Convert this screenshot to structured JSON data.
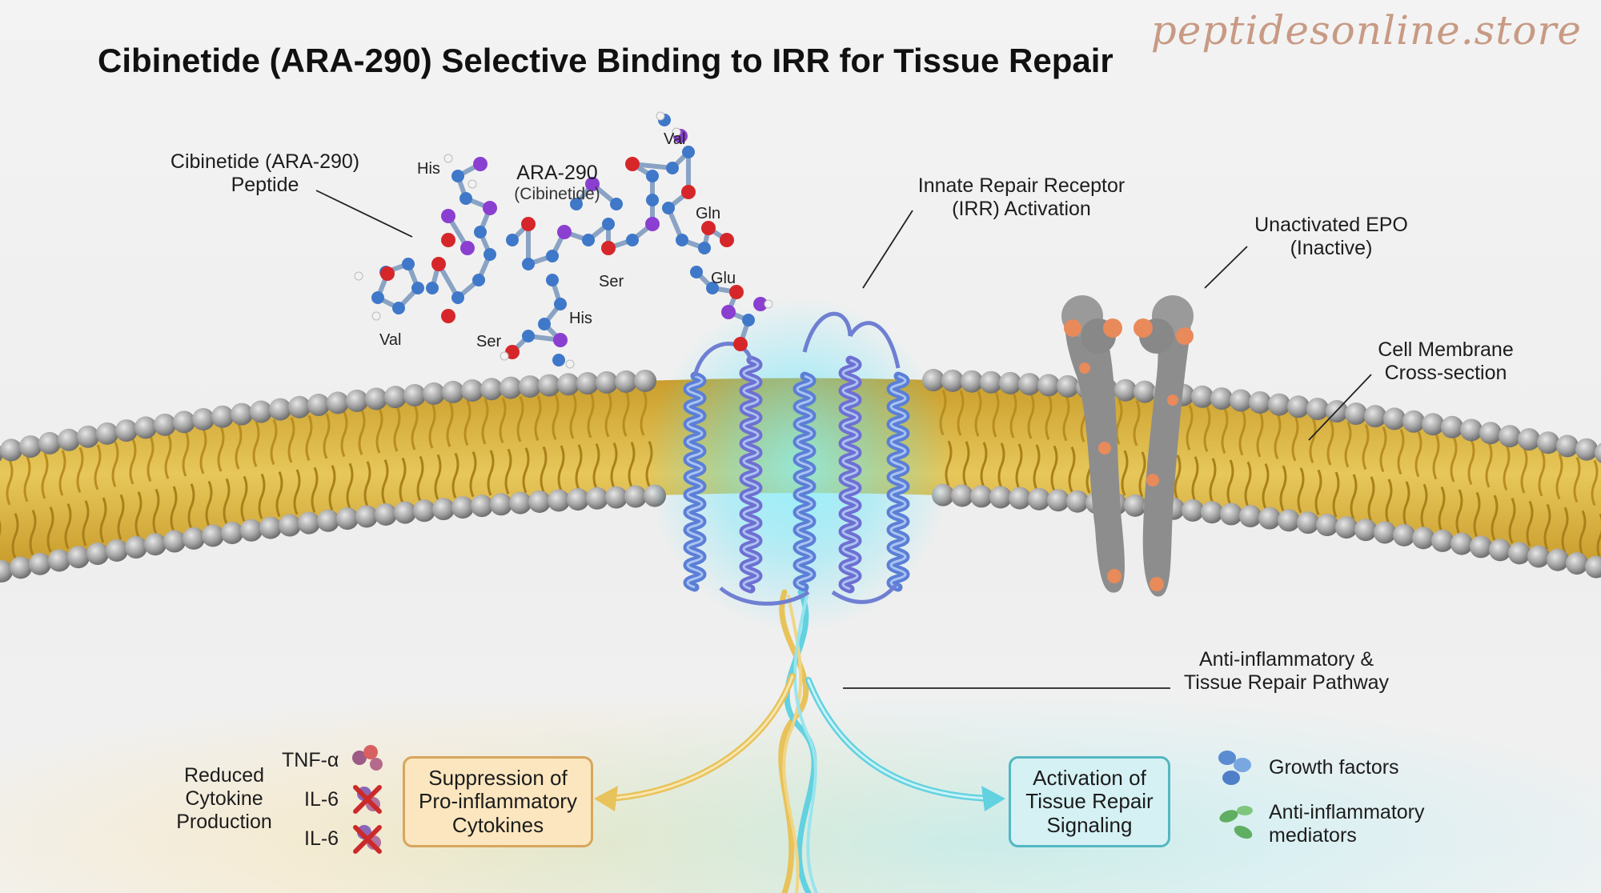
{
  "title": "Cibinetide (ARA-290) Selective Binding to IRR for Tissue Repair",
  "watermark": "peptidesonline.store",
  "labels": {
    "peptide_line1": "Cibinetide (ARA-290)",
    "peptide_line2": "Peptide",
    "molecule_name": "ARA-290",
    "molecule_sub": "(Cibinetide)",
    "irr_line1": "Innate Repair Receptor",
    "irr_line2": "(IRR) Activation",
    "epo_line1": "Unactivated EPO",
    "epo_line2": "(Inactive)",
    "membrane_line1": "Cell Membrane",
    "membrane_line2": "Cross-section",
    "pathway_line1": "Anti-inflammatory &",
    "pathway_line2": "Tissue Repair Pathway"
  },
  "amino_acids": [
    "His",
    "Val",
    "Gln",
    "Glu",
    "Ser",
    "His",
    "Val",
    "Ser"
  ],
  "left_panel": {
    "reduced_line1": "Reduced",
    "reduced_line2": "Cytokine",
    "reduced_line3": "Production",
    "cytokines": [
      "TNF-α",
      "IL-6",
      "IL-6"
    ],
    "box_line1": "Suppression of",
    "box_line2": "Pro-inflammatory",
    "box_line3": "Cytokines"
  },
  "right_panel": {
    "box_line1": "Activation of",
    "box_line2": "Tissue Repair",
    "box_line3": "Signaling",
    "legend": [
      "Growth factors",
      "Anti-inflammatory",
      "mediators"
    ]
  },
  "colors": {
    "lipid_head": "#9b9b9b",
    "lipid_tail": "#d8b840",
    "receptor_helix": "#5b7fd6",
    "receptor_glow": "#42e3ff",
    "epo": "#8a8a8a",
    "epo_accent": "#e98a5a",
    "carbon": "#3f78c9",
    "oxygen": "#d6262a",
    "nitrogen": "#8b3fd0",
    "yellow_strand": "#e8c25a",
    "cyan_strand": "#62d1e0"
  },
  "icons": [
    "molecule-icon",
    "receptor-icon",
    "epo-icon",
    "membrane-icon",
    "dna-strand-icon",
    "cross-icon",
    "cytokine-blob-icon",
    "growth-factor-icon",
    "mediator-icon"
  ]
}
